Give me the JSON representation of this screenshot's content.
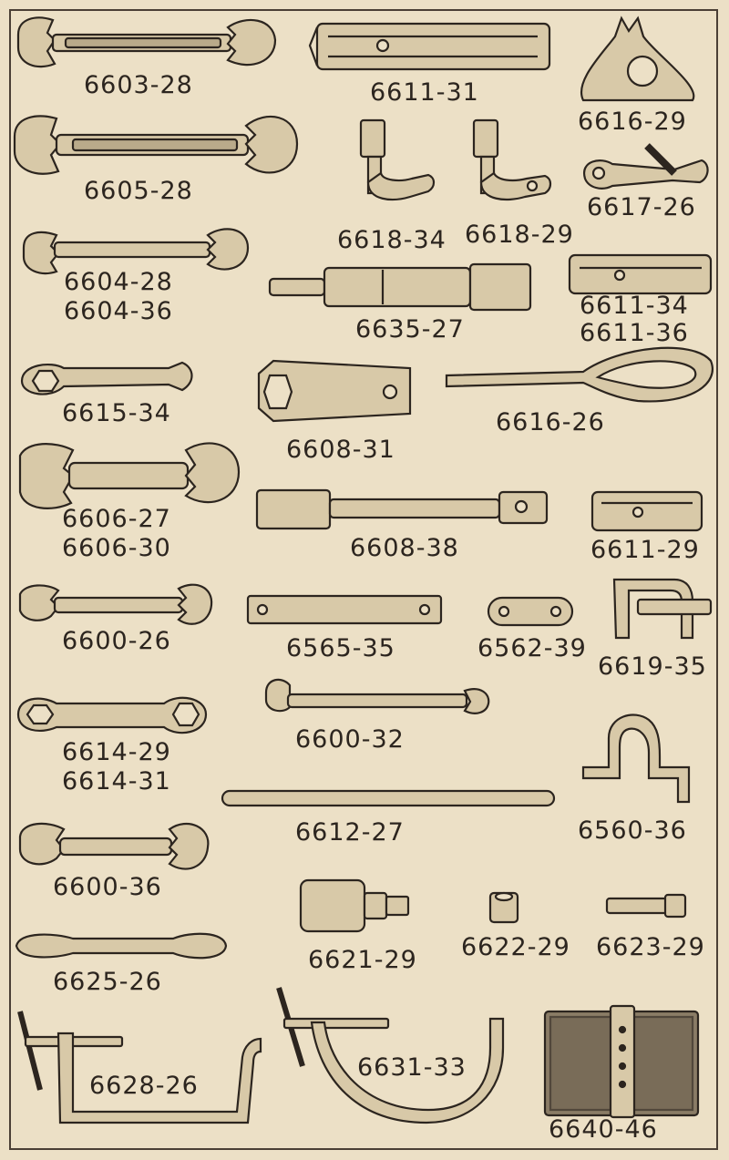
{
  "parts": [
    {
      "id": "p1",
      "number": "6603-28",
      "tool": "double-open-end-wrench"
    },
    {
      "id": "p2",
      "number": "6611-31",
      "tool": "double-socket-tube-wrench"
    },
    {
      "id": "p3",
      "number": "6616-29",
      "tool": "spoke-wrench"
    },
    {
      "id": "p4",
      "number": "6605-28",
      "tool": "double-open-end-wrench"
    },
    {
      "id": "p5",
      "number": "6618-34",
      "tool": "offset-wrench"
    },
    {
      "id": "p6",
      "number": "6618-29",
      "tool": "offset-wrench"
    },
    {
      "id": "p7",
      "number": "6617-26",
      "tool": "combination-wrench"
    },
    {
      "id": "p8",
      "number": "6604-28",
      "tool": "double-open-end-wrench"
    },
    {
      "id": "p9",
      "number": "6604-36",
      "tool": "double-open-end-wrench"
    },
    {
      "id": "p10",
      "number": "6635-27",
      "tool": "socket-handle"
    },
    {
      "id": "p11",
      "number": "6611-34",
      "tool": "double-socket-tube-wrench"
    },
    {
      "id": "p12",
      "number": "6611-36",
      "tool": "double-socket-tube-wrench"
    },
    {
      "id": "p13",
      "number": "6615-34",
      "tool": "box-open-wrench"
    },
    {
      "id": "p14",
      "number": "6608-31",
      "tool": "hex-socket-wrench"
    },
    {
      "id": "p15",
      "number": "6616-26",
      "tool": "screwdriver"
    },
    {
      "id": "p16",
      "number": "6606-27",
      "tool": "double-open-end-wrench"
    },
    {
      "id": "p17",
      "number": "6606-30",
      "tool": "double-open-end-wrench"
    },
    {
      "id": "p18",
      "number": "6608-38",
      "tool": "socket-wrench-long"
    },
    {
      "id": "p19",
      "number": "6611-29",
      "tool": "socket-tube-wrench"
    },
    {
      "id": "p20",
      "number": "6600-26",
      "tool": "double-open-end-wrench"
    },
    {
      "id": "p21",
      "number": "6565-35",
      "tool": "link-plate"
    },
    {
      "id": "p22",
      "number": "6562-39",
      "tool": "link-plate"
    },
    {
      "id": "p23",
      "number": "6619-35",
      "tool": "puller"
    },
    {
      "id": "p24",
      "number": "6600-32",
      "tool": "open-end-wrench"
    },
    {
      "id": "p25",
      "number": "6614-29",
      "tool": "double-box-wrench"
    },
    {
      "id": "p26",
      "number": "6614-31",
      "tool": "double-box-wrench"
    },
    {
      "id": "p27",
      "number": "6560-36",
      "tool": "bracket"
    },
    {
      "id": "p28",
      "number": "6612-27",
      "tool": "tommy-bar"
    },
    {
      "id": "p29",
      "number": "6600-36",
      "tool": "double-open-end-wrench"
    },
    {
      "id": "p30",
      "number": "6621-29",
      "tool": "adapter"
    },
    {
      "id": "p31",
      "number": "6622-29",
      "tool": "nut"
    },
    {
      "id": "p32",
      "number": "6623-29",
      "tool": "bolt"
    },
    {
      "id": "p33",
      "number": "6625-26",
      "tool": "tyre-lever"
    },
    {
      "id": "p34",
      "number": "6628-26",
      "tool": "valve-spring-compressor"
    },
    {
      "id": "p35",
      "number": "6631-33",
      "tool": "valve-spring-compressor"
    },
    {
      "id": "p36",
      "number": "6640-46",
      "tool": "tool-roll"
    }
  ],
  "colors": {
    "paper": "#ece0c6",
    "ink": "#2c251f",
    "fill": "#d8c9a8",
    "dark": "#3a312a"
  }
}
